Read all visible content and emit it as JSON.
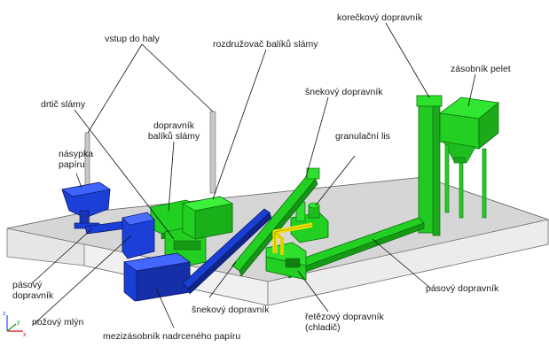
{
  "labels": {
    "vstup_do_haly": "vstup do haly",
    "rozdruzovac": "rozdružovač balíků slámy",
    "koreckovy": "korečkový dopravník",
    "zasobnik_pelet": "zásobník pelet",
    "drtic": "drtič slámy",
    "snekovy_top": "šnekový dopravník",
    "dopravnik_baliku_1": "dopravník",
    "dopravnik_baliku_2": "balíků slámy",
    "granulacni": "granulační lis",
    "nasypka_1": "násypka",
    "nasypka_2": "papíru",
    "pasovy_left_1": "pásový",
    "pasovy_left_2": "dopravník",
    "nozovy": "nožový mlýn",
    "snekovy_bottom": "šnekový dopravník",
    "pasovy_right": "pásový dopravník",
    "retezovy_1": "řetězový dopravník",
    "retezovy_2": "(chladič)",
    "mezizasobnik": "mezizásobník nadrceného papíru"
  },
  "axis_labels": {
    "z": "z",
    "y": "y",
    "x": "x"
  },
  "colors": {
    "background": "#ffffff",
    "floor_top": "#d9d9d9",
    "floor_side": "#e8e8e8",
    "green_machine": "#22dd22",
    "blue_machine": "#1a3fd6",
    "yellow_pipe": "#f2e200",
    "gray_post": "#c8c8c8",
    "leader_line": "#111111"
  }
}
